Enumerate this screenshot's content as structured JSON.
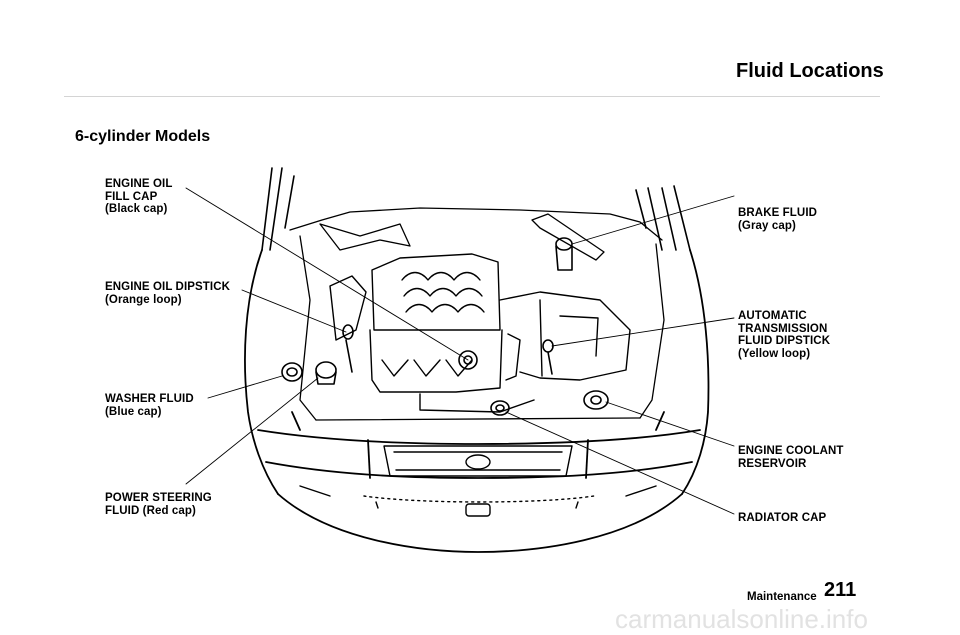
{
  "page": {
    "title": "Fluid Locations",
    "section_title": "6-cylinder Models",
    "footer_label": "Maintenance",
    "page_number": "211",
    "watermark": "carmanualsonline.info"
  },
  "callouts": {
    "engine_oil_fill_cap": "ENGINE OIL\nFILL CAP\n(Black cap)",
    "engine_oil_dipstick": "ENGINE OIL DIPSTICK\n(Orange loop)",
    "washer_fluid": "WASHER FLUID\n(Blue cap)",
    "power_steering_fluid": "POWER STEERING\nFLUID (Red cap)",
    "brake_fluid": "BRAKE FLUID\n(Gray cap)",
    "automatic_transmission_fluid_dipstick": "AUTOMATIC\nTRANSMISSION\nFLUID DIPSTICK\n(Yellow loop)",
    "engine_coolant_reservoir": "ENGINE COOLANT\nRESERVOIR",
    "radiator_cap": "RADIATOR CAP"
  }
}
